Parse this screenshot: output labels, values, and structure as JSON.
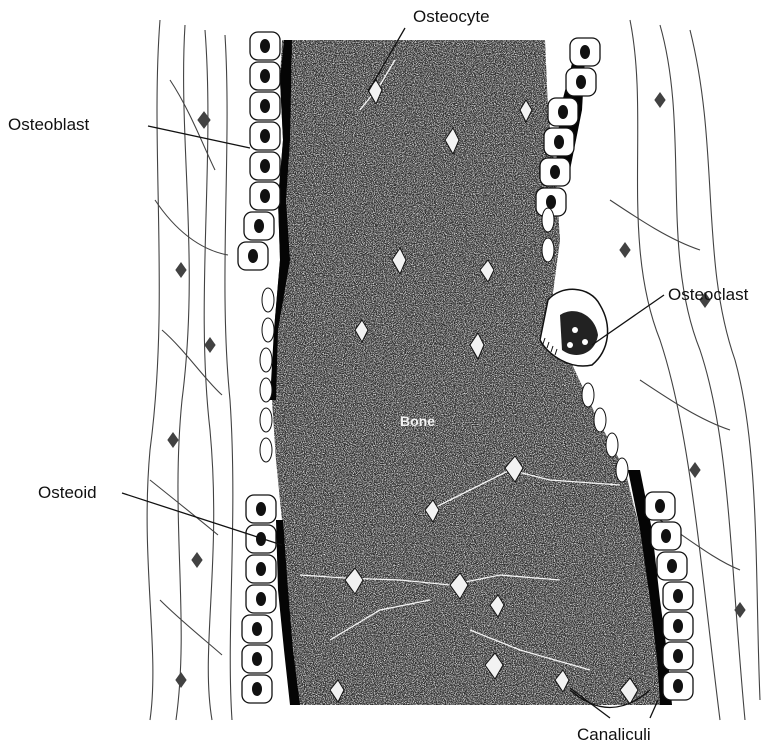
{
  "diagram": {
    "labels": {
      "osteocyte": "Osteocyte",
      "osteoblast": "Osteoblast",
      "osteoclast": "Osteoclast",
      "osteoid": "Osteoid",
      "bone": "Bone",
      "canaliculi": "Canaliculi"
    }
  },
  "colors": {
    "background": "#ffffff",
    "ink": "#111111",
    "bone_fill": "#2a2a2a"
  }
}
